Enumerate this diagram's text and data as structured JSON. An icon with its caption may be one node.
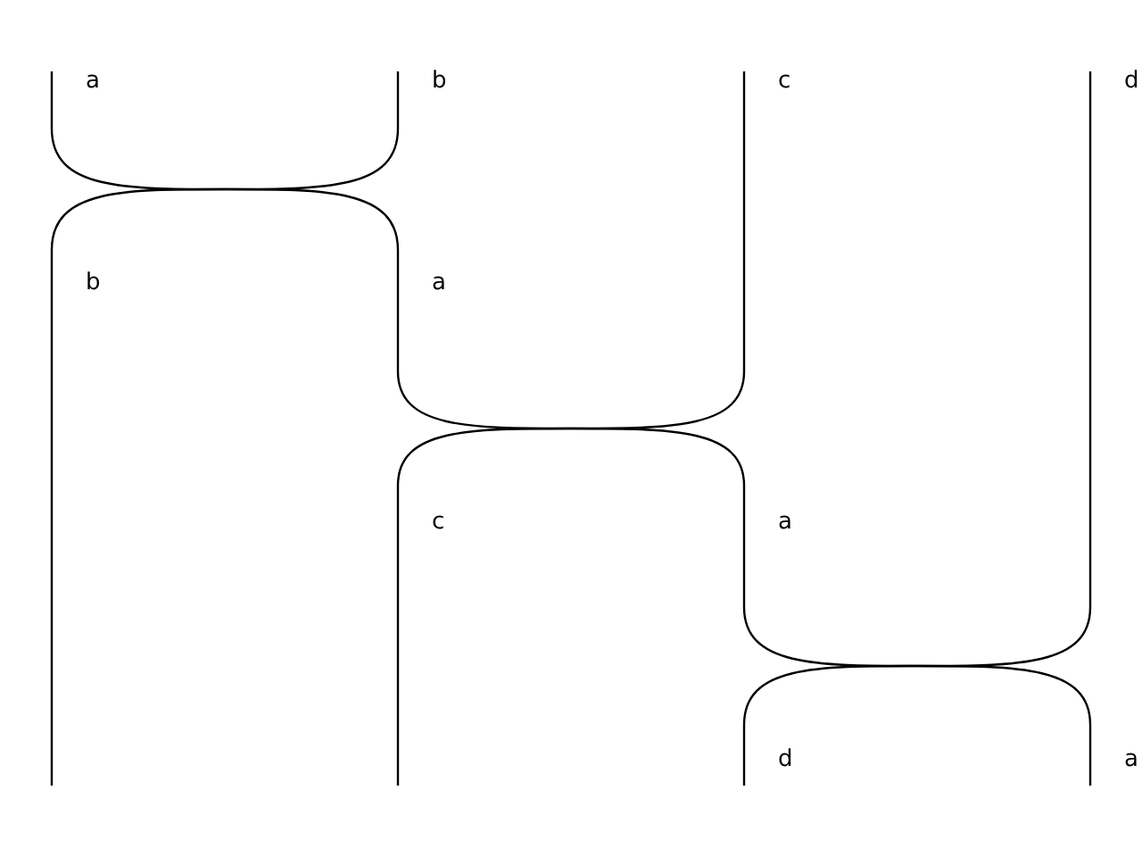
{
  "diagram": {
    "labels": [
      "a",
      "b",
      "c",
      "d",
      "b",
      "a",
      "c",
      "a",
      "d",
      "a"
    ]
  }
}
